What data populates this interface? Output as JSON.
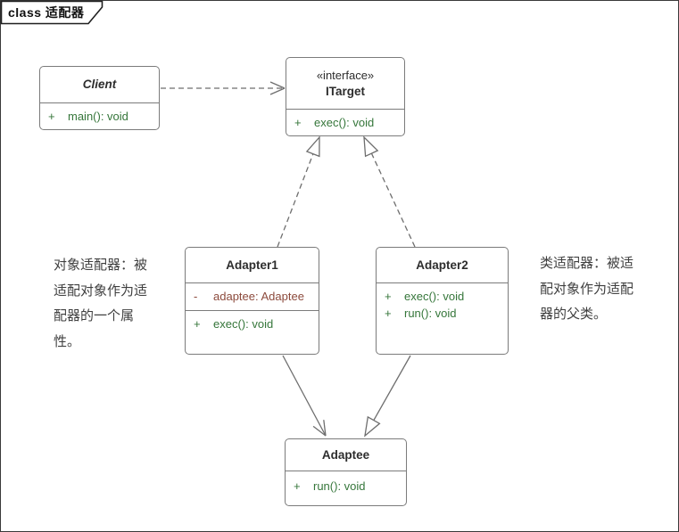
{
  "frame": {
    "label": "class 适配器"
  },
  "classes": {
    "client": {
      "name": "Client",
      "operations": [
        {
          "sign": "+",
          "text": "main(): void"
        }
      ]
    },
    "itarget": {
      "stereotype": "«interface»",
      "name": "ITarget",
      "operations": [
        {
          "sign": "+",
          "text": "exec(): void"
        }
      ]
    },
    "adapter1": {
      "name": "Adapter1",
      "attributes": [
        {
          "sign": "-",
          "text": "adaptee: Adaptee"
        }
      ],
      "operations": [
        {
          "sign": "+",
          "text": "exec(): void"
        }
      ]
    },
    "adapter2": {
      "name": "Adapter2",
      "operations": [
        {
          "sign": "+",
          "text": "exec(): void"
        },
        {
          "sign": "+",
          "text": "run(): void"
        }
      ]
    },
    "adaptee": {
      "name": "Adaptee",
      "operations": [
        {
          "sign": "+",
          "text": "run(): void"
        }
      ]
    }
  },
  "annotations": {
    "left": {
      "lines": [
        "对象适配器：被",
        "适配对象作为适",
        "配器的一个属",
        "性。"
      ]
    },
    "right": {
      "lines": [
        "类适配器：被适",
        "配对象作为适配",
        "器的父类。"
      ]
    }
  },
  "relationships": [
    {
      "from": "Client",
      "to": "ITarget",
      "type": "dependency",
      "style": "dashed-open-arrow"
    },
    {
      "from": "Adapter1",
      "to": "ITarget",
      "type": "realization",
      "style": "dashed-hollow-triangle"
    },
    {
      "from": "Adapter2",
      "to": "ITarget",
      "type": "realization",
      "style": "dashed-hollow-triangle"
    },
    {
      "from": "Adapter1",
      "to": "Adaptee",
      "type": "association",
      "style": "solid-open-arrow"
    },
    {
      "from": "Adapter2",
      "to": "Adaptee",
      "type": "generalization",
      "style": "solid-hollow-triangle"
    }
  ],
  "colors": {
    "operation_text": "#35763a",
    "attribute_text": "#8c4a3c",
    "box_border": "#7b7b7b",
    "connector": "#6e6e6e",
    "annotation_text": "#3f3f3f"
  }
}
